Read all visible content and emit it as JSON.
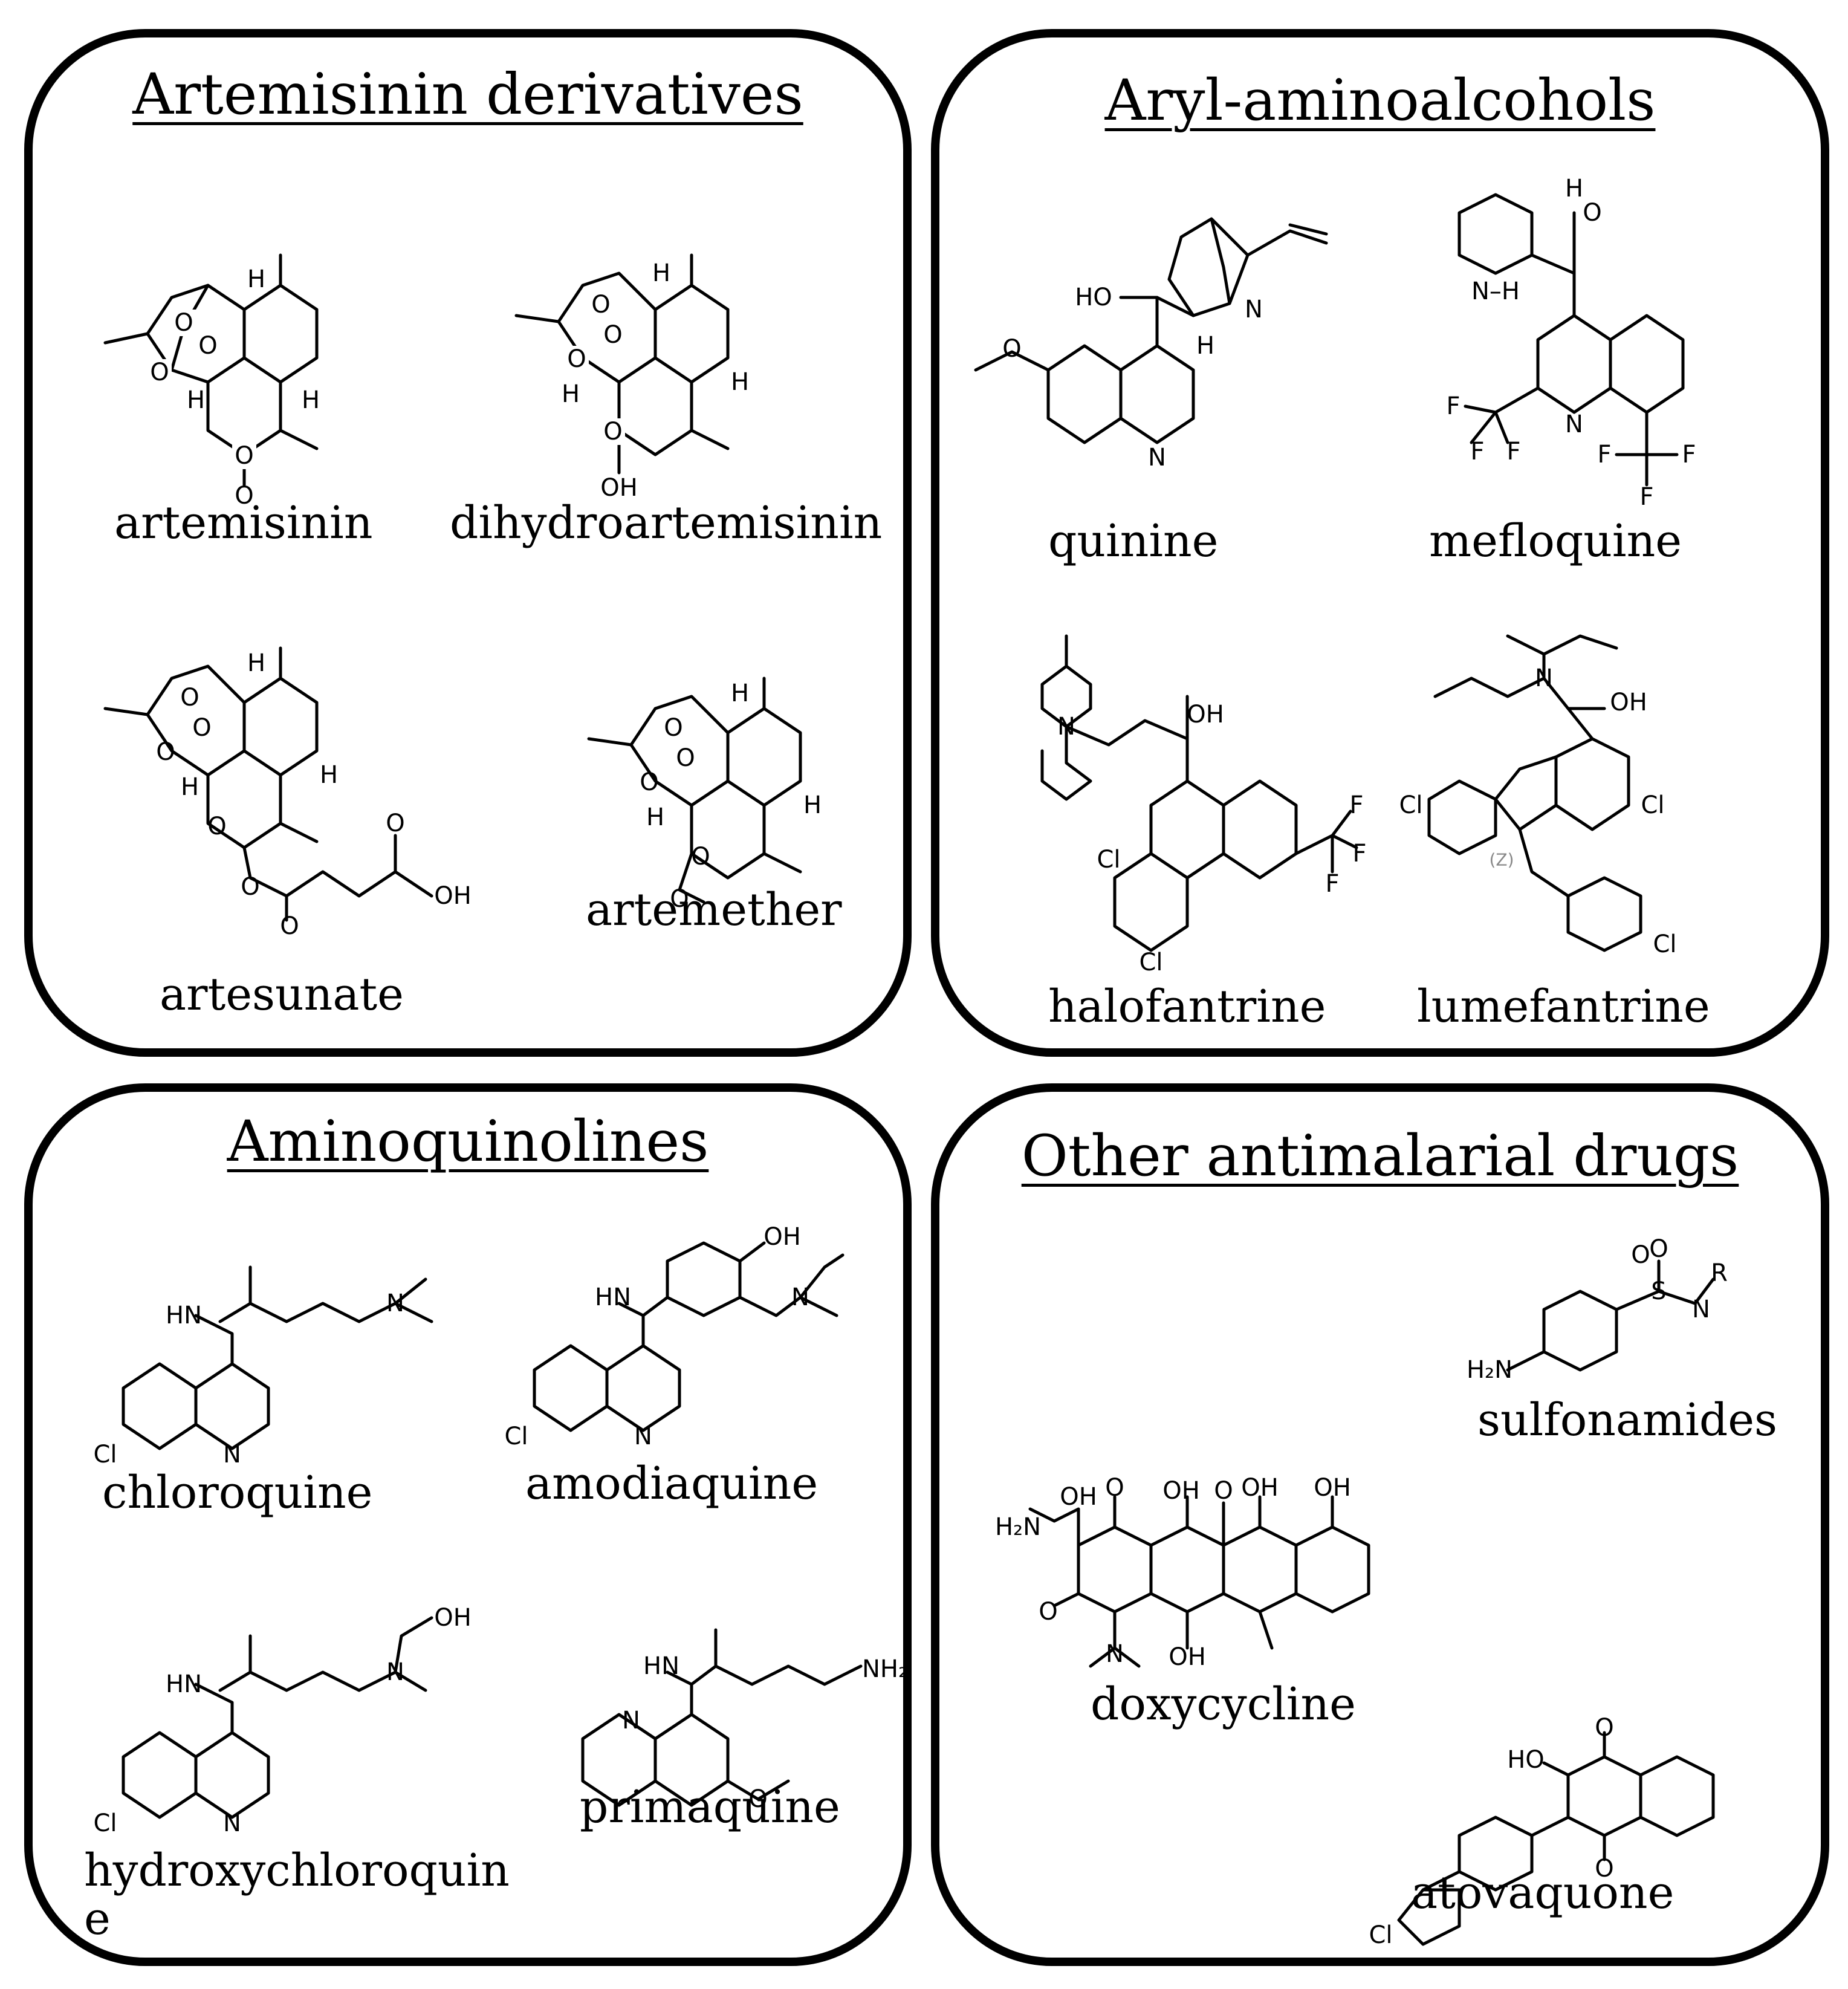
{
  "panels": {
    "artemisinin": {
      "title": "Artemisinin derivatives",
      "drugs": [
        "artemisinin",
        "dihydroartemisinin",
        "artesunate",
        "artemether"
      ]
    },
    "aryl": {
      "title": "Aryl-aminoalcohols",
      "drugs": [
        "quinine",
        "mefloquine",
        "halofantrine",
        "lumefantrine"
      ]
    },
    "aminoquinolines": {
      "title": "Aminoquinolines",
      "drugs": [
        "chloroquine",
        "amodiaquine",
        "hydroxychloroquin",
        "primaquine"
      ],
      "hcq_wrap": "e"
    },
    "other": {
      "title": "Other antimalarial drugs",
      "drugs": [
        "sulfonamides",
        "doxycycline",
        "atovaquone"
      ]
    }
  },
  "atom_labels": {
    "H": "H",
    "O": "O",
    "OH": "OH",
    "HO": "HO",
    "N": "N",
    "NH": "N–H",
    "HN": "HN",
    "F": "F",
    "Cl": "Cl",
    "S": "S",
    "R": "R",
    "H2N": "H₂N",
    "NH2": "NH₂",
    "Z": "(Z)"
  }
}
